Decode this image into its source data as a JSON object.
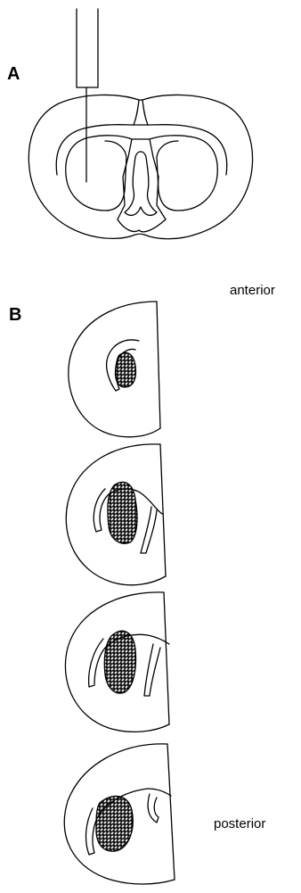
{
  "figure": {
    "panel_a_label": "A",
    "panel_b_label": "B",
    "anterior_label": "anterior",
    "posterior_label": "posterior"
  },
  "panel_b": {
    "sections_count_from_anterior_to_posterior": 4
  }
}
